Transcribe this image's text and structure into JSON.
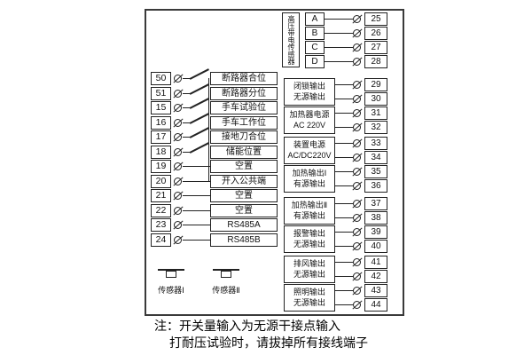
{
  "device": {
    "hv_sensor_label": "高压带电传感器",
    "hv_channels": [
      {
        "letter": "A",
        "terminal": "25"
      },
      {
        "letter": "B",
        "terminal": "26"
      },
      {
        "letter": "C",
        "terminal": "27"
      },
      {
        "letter": "D",
        "terminal": "28"
      }
    ],
    "left_inputs": [
      {
        "terminal": "50",
        "label": "断路器合位",
        "switch": true
      },
      {
        "terminal": "51",
        "label": "断路器分位",
        "switch": true
      },
      {
        "terminal": "15",
        "label": "手车试验位",
        "switch": true
      },
      {
        "terminal": "16",
        "label": "手车工作位",
        "switch": true
      },
      {
        "terminal": "17",
        "label": "接地刀合位",
        "switch": true
      },
      {
        "terminal": "18",
        "label": "储能位置",
        "switch": true
      },
      {
        "terminal": "19",
        "label": "空置",
        "switch": false
      },
      {
        "terminal": "20",
        "label": "开入公共端",
        "switch": false
      },
      {
        "terminal": "21",
        "label": "空置",
        "switch": false
      },
      {
        "terminal": "22",
        "label": "空置",
        "switch": false
      },
      {
        "terminal": "23",
        "label": "RS485A",
        "switch": false
      },
      {
        "terminal": "24",
        "label": "RS485B",
        "switch": false
      }
    ],
    "right_groups": [
      {
        "label_lines": [
          "闭锁输出",
          "无源输出"
        ],
        "terminals": [
          "29",
          "30"
        ]
      },
      {
        "label_lines": [
          "加热器电源",
          "AC 220V"
        ],
        "terminals": [
          "31",
          "32"
        ]
      },
      {
        "label_lines": [
          "装置电源",
          "AC/DC220V"
        ],
        "terminals": [
          "33",
          "34"
        ]
      },
      {
        "label_lines": [
          "加热输出Ⅰ",
          "有源输出"
        ],
        "terminals": [
          "35",
          "36"
        ]
      },
      {
        "label_lines": [
          "加热输出Ⅱ",
          "有源输出"
        ],
        "terminals": [
          "37",
          "38"
        ]
      },
      {
        "label_lines": [
          "报警输出",
          "无源输出"
        ],
        "terminals": [
          "39",
          "40"
        ]
      },
      {
        "label_lines": [
          "排风输出",
          "无源输出"
        ],
        "terminals": [
          "41",
          "42"
        ]
      },
      {
        "label_lines": [
          "照明输出",
          "无源输出"
        ],
        "terminals": [
          "43",
          "44"
        ]
      }
    ],
    "sensors": [
      {
        "label": "传感器Ⅰ"
      },
      {
        "label": "传感器Ⅱ"
      }
    ]
  },
  "notes": [
    "注：开关量输入为无源干接点输入",
    "打耐压试验时，请拔掉所有接线端子"
  ]
}
